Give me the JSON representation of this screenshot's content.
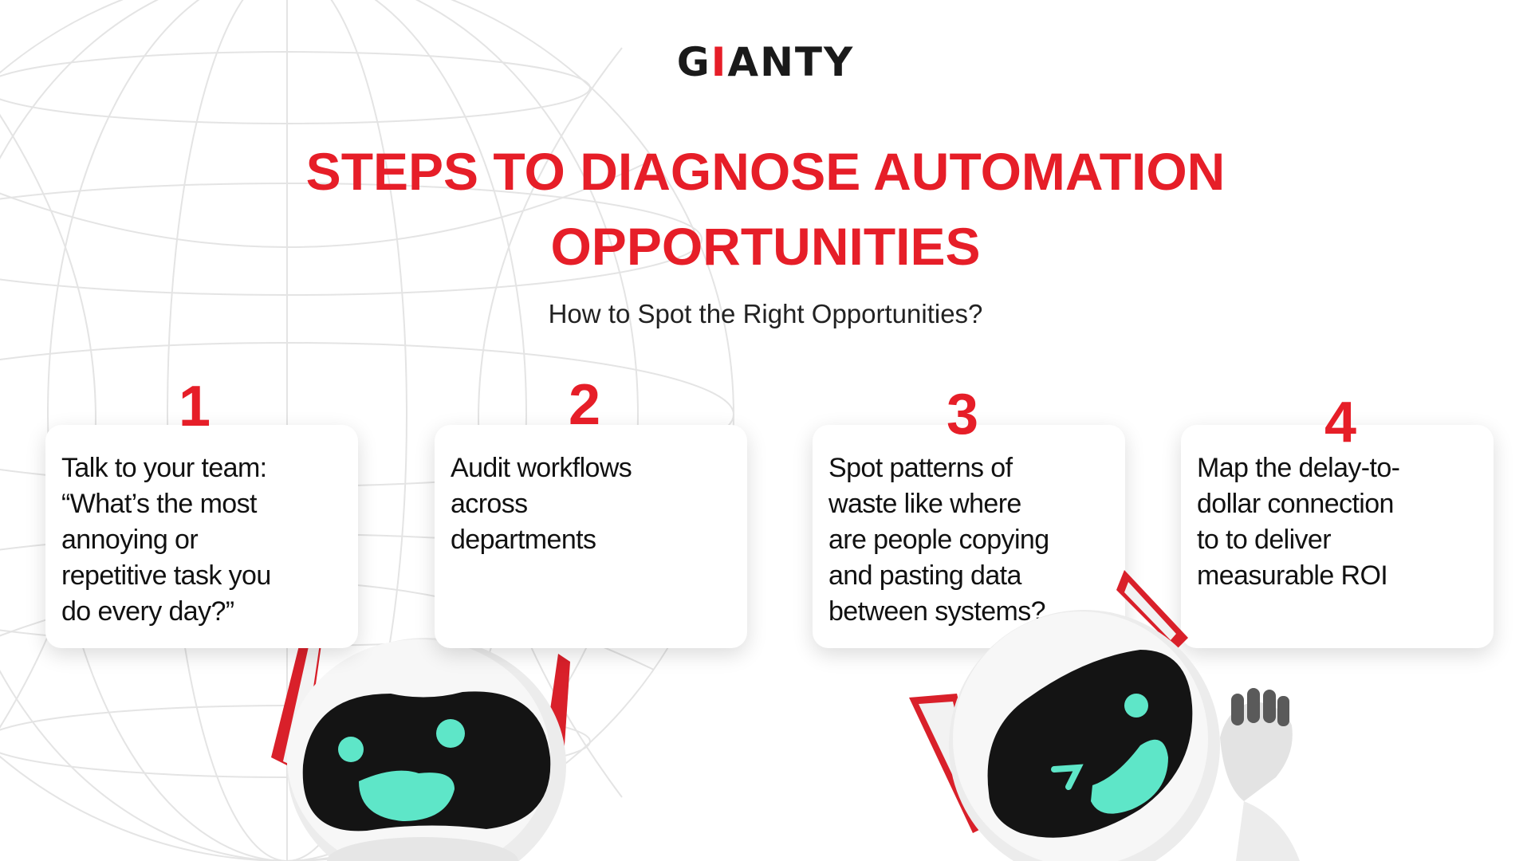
{
  "logo": {
    "brand_start": "G",
    "brand_mark": "I",
    "brand_end": "ANTY"
  },
  "title": "STEPS TO DIAGNOSE AUTOMATION OPPORTUNITIES",
  "subtitle": "How to Spot the Right Opportunities?",
  "steps": [
    {
      "number": "1",
      "text": "Talk to your team:\n“What’s the most\nannoying or\nrepetitive task you\ndo every day?”"
    },
    {
      "number": "2",
      "text": "Audit workflows\nacross\ndepartments"
    },
    {
      "number": "3",
      "text": "Spot patterns of\nwaste like where\nare people copying\nand pasting data\nbetween systems?"
    },
    {
      "number": "4",
      "text": " Map the delay-to-\ndollar connection\nto to deliver\nmeasurable ROI"
    }
  ],
  "colors": {
    "accent": "#e61e28",
    "text": "#111111",
    "robot_face": "#5ee6c8",
    "robot_visor": "#141414"
  },
  "icons": [
    "globe-grid-decoration",
    "robot-mascot-smiling",
    "robot-mascot-winking"
  ]
}
